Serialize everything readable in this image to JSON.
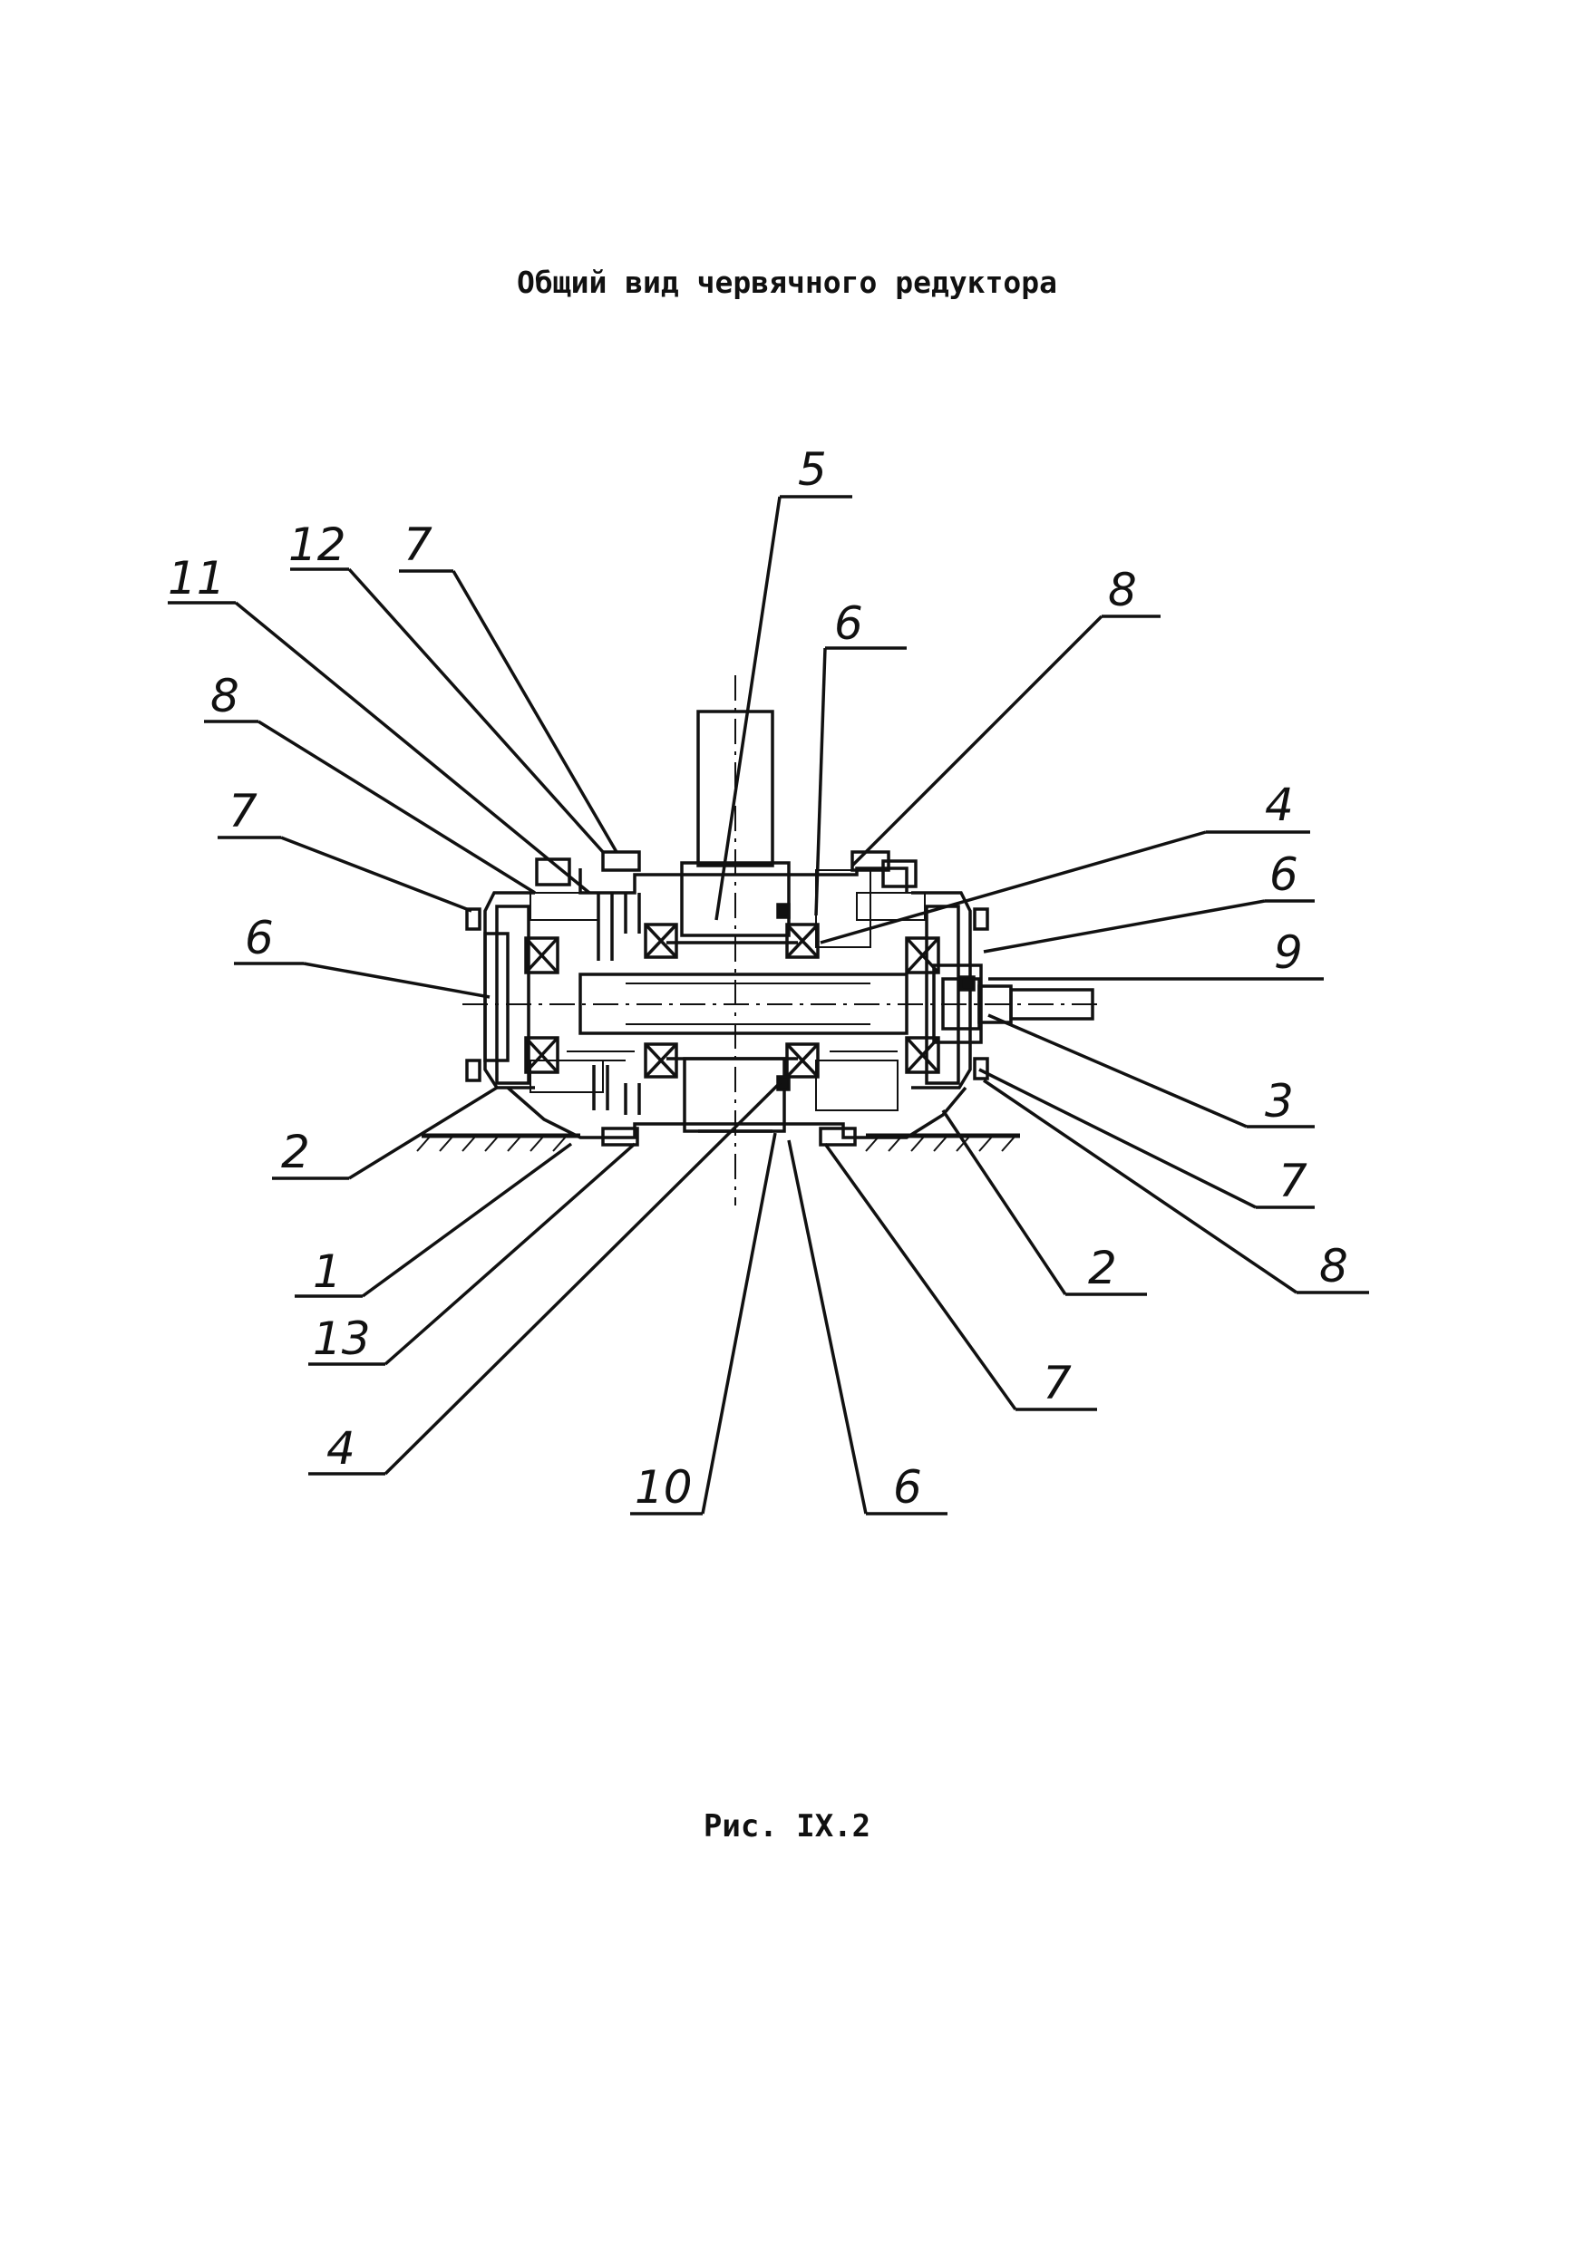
{
  "title": "Общий вид червячного редуктора",
  "caption": "Рис. IX.2",
  "callouts": [
    {
      "id": "c5",
      "label": "5"
    },
    {
      "id": "c7a",
      "label": "7"
    },
    {
      "id": "c12",
      "label": "12"
    },
    {
      "id": "c11",
      "label": "11"
    },
    {
      "id": "c8a",
      "label": "8"
    },
    {
      "id": "c6a",
      "label": "6"
    },
    {
      "id": "c8b",
      "label": "8"
    },
    {
      "id": "c7b",
      "label": "7"
    },
    {
      "id": "c6b",
      "label": "6"
    },
    {
      "id": "c4a",
      "label": "4"
    },
    {
      "id": "c6c",
      "label": "6"
    },
    {
      "id": "c9",
      "label": "9"
    },
    {
      "id": "c2a",
      "label": "2"
    },
    {
      "id": "c3",
      "label": "3"
    },
    {
      "id": "c7c",
      "label": "7"
    },
    {
      "id": "c1",
      "label": "1"
    },
    {
      "id": "c2b",
      "label": "2"
    },
    {
      "id": "c8c",
      "label": "8"
    },
    {
      "id": "c13",
      "label": "13"
    },
    {
      "id": "c7d",
      "label": "7"
    },
    {
      "id": "c4b",
      "label": "4"
    },
    {
      "id": "c10",
      "label": "10"
    },
    {
      "id": "c6d",
      "label": "6"
    }
  ]
}
